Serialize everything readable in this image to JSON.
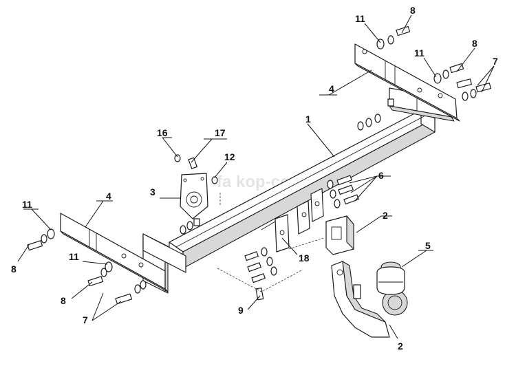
{
  "watermark": "fa kop-center.ru",
  "callouts": {
    "c1": "1",
    "c2a": "2",
    "c2b": "2",
    "c3": "3",
    "c4a": "4",
    "c4b": "4",
    "c5": "5",
    "c6": "6",
    "c7a": "7",
    "c7b": "7",
    "c8a": "8",
    "c8b": "8",
    "c8c": "8",
    "c8d": "8",
    "c9": "9",
    "c11a": "11",
    "c11b": "11",
    "c11c": "11",
    "c11d": "11",
    "c12": "12",
    "c16": "16",
    "c17": "17",
    "c18": "18"
  }
}
